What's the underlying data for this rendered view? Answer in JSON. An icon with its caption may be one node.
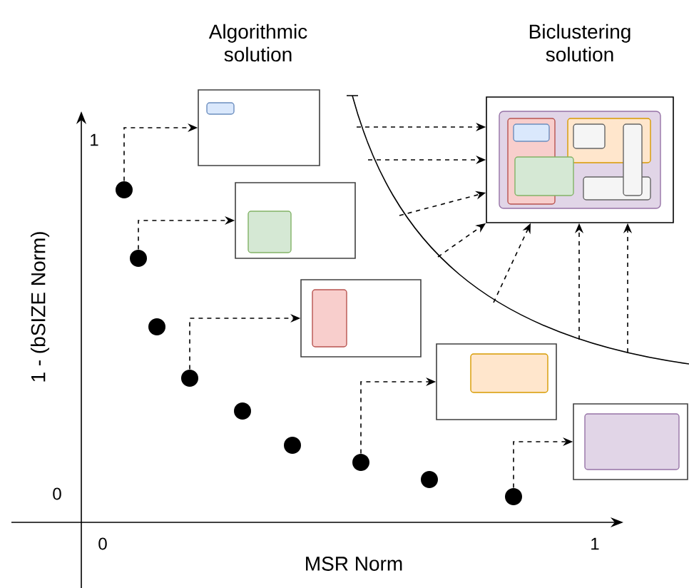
{
  "diagram": {
    "nodes": [
      {
        "text": [],
        "shape": "circle"
      },
      {
        "text": [],
        "shape": "circle"
      },
      {
        "text": [],
        "shape": "circle"
      },
      {
        "text": [],
        "shape": "circle"
      },
      {
        "text": [],
        "shape": "circle"
      },
      {
        "text": [],
        "shape": "circle"
      },
      {
        "text": [],
        "shape": "circle"
      },
      {
        "text": [],
        "shape": "circle"
      },
      {
        "text": [],
        "shape": "circle"
      },
      {
        "text": [],
        "shape": "box"
      },
      {
        "text": [],
        "shape": "box"
      },
      {
        "text": [],
        "shape": "box"
      },
      {
        "text": [],
        "shape": "box"
      },
      {
        "text": [],
        "shape": "box"
      },
      {
        "text": [
          "Biclustering solution"
        ]
      }
    ],
    "edges": [
      {
        "from": 0,
        "to": 9,
        "arrow": "to",
        "style": "dashed"
      },
      {
        "from": 1,
        "to": 10,
        "arrow": "to",
        "style": "dashed"
      },
      {
        "from": 3,
        "to": 11,
        "arrow": "to",
        "style": "dashed"
      },
      {
        "from": 6,
        "to": 12,
        "arrow": "to",
        "style": "dashed"
      },
      {
        "from": 8,
        "to": 13,
        "arrow": "to",
        "style": "dashed"
      },
      {
        "from": null,
        "to": 14,
        "arrow": "to",
        "style": "dashed"
      },
      {
        "from": null,
        "to": 14,
        "arrow": "to",
        "style": "dashed"
      },
      {
        "from": null,
        "to": 14,
        "arrow": "to",
        "style": "dashed"
      },
      {
        "from": null,
        "to": 14,
        "arrow": "to",
        "style": "dashed"
      },
      {
        "from": null,
        "to": 14,
        "arrow": "to",
        "style": "dashed"
      },
      {
        "from": null,
        "to": 14,
        "arrow": "to",
        "style": "dashed"
      },
      {
        "from": null,
        "to": 14,
        "arrow": "to",
        "style": "dashed"
      }
    ],
    "labels": [
      "Algorithmic solution",
      "1",
      "1 - (bSIZE Norm)",
      "0",
      "0",
      "1",
      "MSR Norm"
    ]
  }
}
